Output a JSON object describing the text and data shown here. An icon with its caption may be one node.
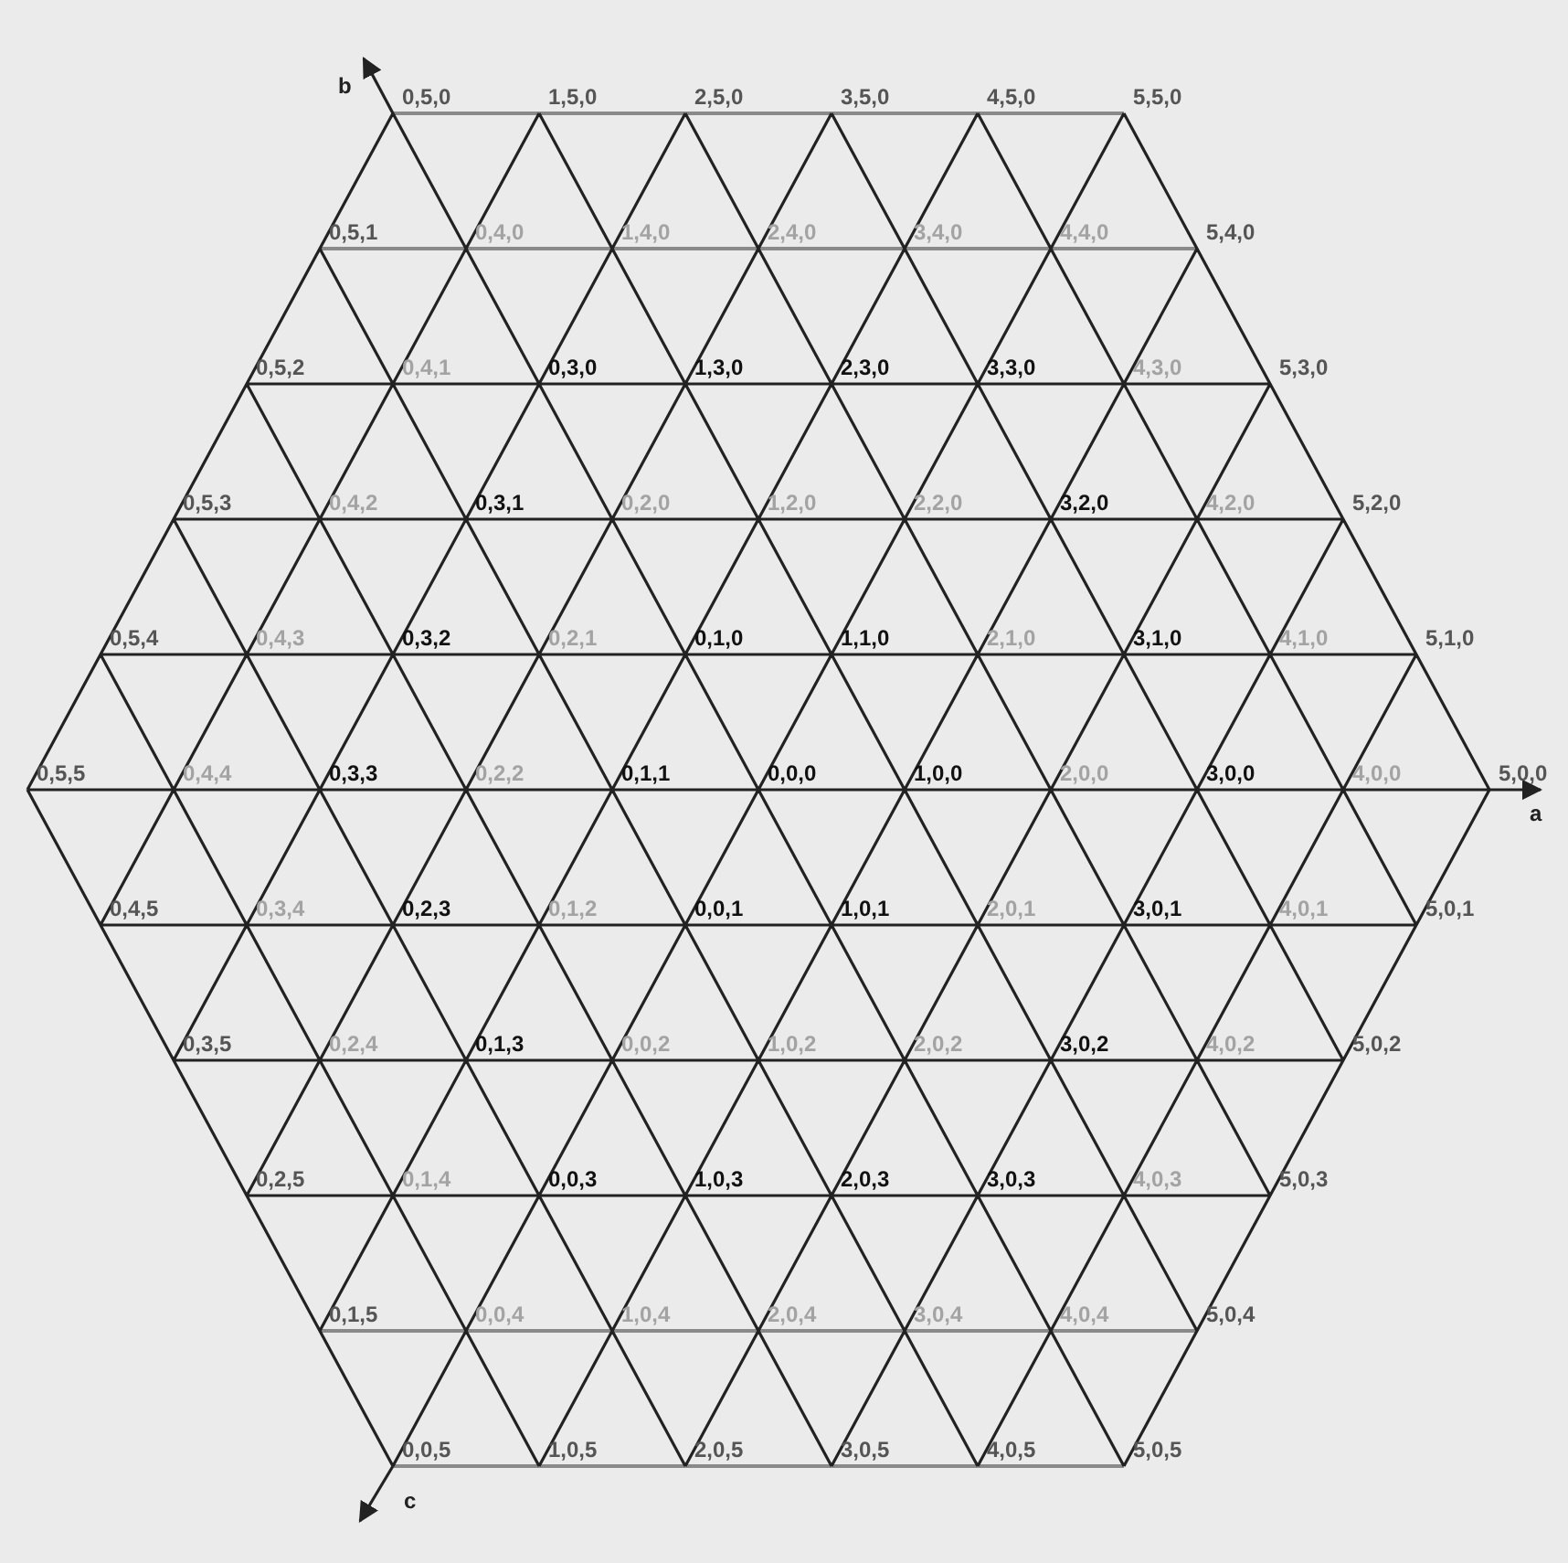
{
  "diagram": {
    "labels": [
      "b",
      "0,5,0",
      "1,5,0",
      "2,5,0",
      "3,5,0",
      "4,5,0",
      "5,5,0",
      "0,5,1",
      "0,4,0",
      "1,4,0",
      "2,4,0",
      "3,4,0",
      "4,4,0",
      "5,4,0",
      "0,5,2",
      "0,4,1",
      "0,3,0",
      "1,3,0",
      "2,3,0",
      "3,3,0",
      "4,3,0",
      "5,3,0",
      "0,5,3",
      "0,4,2",
      "0,3,1",
      "0,2,0",
      "1,2,0",
      "2,2,0",
      "3,2,0",
      "4,2,0",
      "5,2,0",
      "0,5,4",
      "0,4,3",
      "0,3,2",
      "0,2,1",
      "0,1,0",
      "1,1,0",
      "2,1,0",
      "3,1,0",
      "4,1,0",
      "5,1,0",
      "0,5,5",
      "0,4,4",
      "0,3,3",
      "0,2,2",
      "0,1,1",
      "0,0,0",
      "1,0,0",
      "2,0,0",
      "3,0,0",
      "4,0,0",
      "5,0,0",
      "a",
      "0,4,5",
      "0,3,4",
      "0,2,3",
      "0,1,2",
      "0,0,1",
      "1,0,1",
      "2,0,1",
      "3,0,1",
      "4,0,1",
      "5,0,1",
      "0,3,5",
      "0,2,4",
      "0,1,3",
      "0,0,2",
      "1,0,2",
      "2,0,2",
      "3,0,2",
      "4,0,2",
      "5,0,2",
      "0,2,5",
      "0,1,4",
      "0,0,3",
      "1,0,3",
      "2,0,3",
      "3,0,3",
      "4,0,3",
      "5,0,3",
      "0,1,5",
      "0,0,4",
      "1,0,4",
      "2,0,4",
      "3,0,4",
      "4,0,4",
      "5,0,4",
      "0,0,5",
      "1,0,5",
      "2,0,5",
      "3,0,5",
      "4,0,5",
      "5,0,5",
      "c"
    ]
  }
}
